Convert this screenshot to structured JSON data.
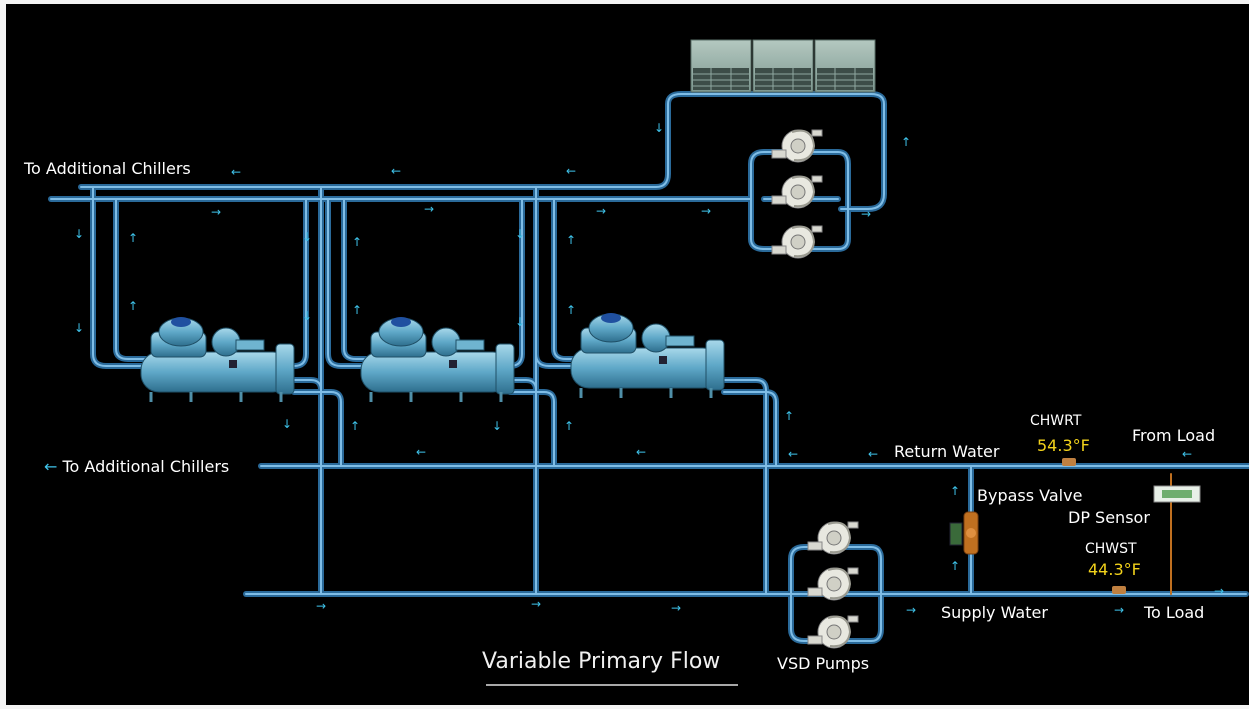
{
  "diagram": {
    "title": "Variable Primary Flow",
    "labels": {
      "to_additional_chillers_top": "To Additional Chillers",
      "to_additional_chillers_mid": "To Additional Chillers",
      "return_water": "Return Water",
      "from_load": "From Load",
      "bypass_valve": "Bypass Valve",
      "dp_sensor": "DP Sensor",
      "supply_water": "Supply Water",
      "to_load": "To Load",
      "vsd_pumps": "VSD Pumps"
    },
    "sensors": {
      "chwrt_label": "CHWRT",
      "chwrt_value": "54.3°F",
      "chwst_label": "CHWST",
      "chwst_value": "44.3°F"
    },
    "colors": {
      "background": "#000000",
      "pipe": "#4a90c8",
      "pipe_highlight": "#7fbde6",
      "arrow": "#3fc3ea",
      "value_text": "#f2d21b",
      "chiller_body": "#5fa8c8",
      "cooling_tower": "#8fa8a0",
      "pump": "#e0e0d8",
      "bypass_valve": "#c07020"
    },
    "icons": [
      "chiller-icon",
      "cooling-tower-icon",
      "pump-icon",
      "bypass-valve-icon",
      "dp-sensor-icon",
      "temperature-sensor-icon"
    ]
  }
}
